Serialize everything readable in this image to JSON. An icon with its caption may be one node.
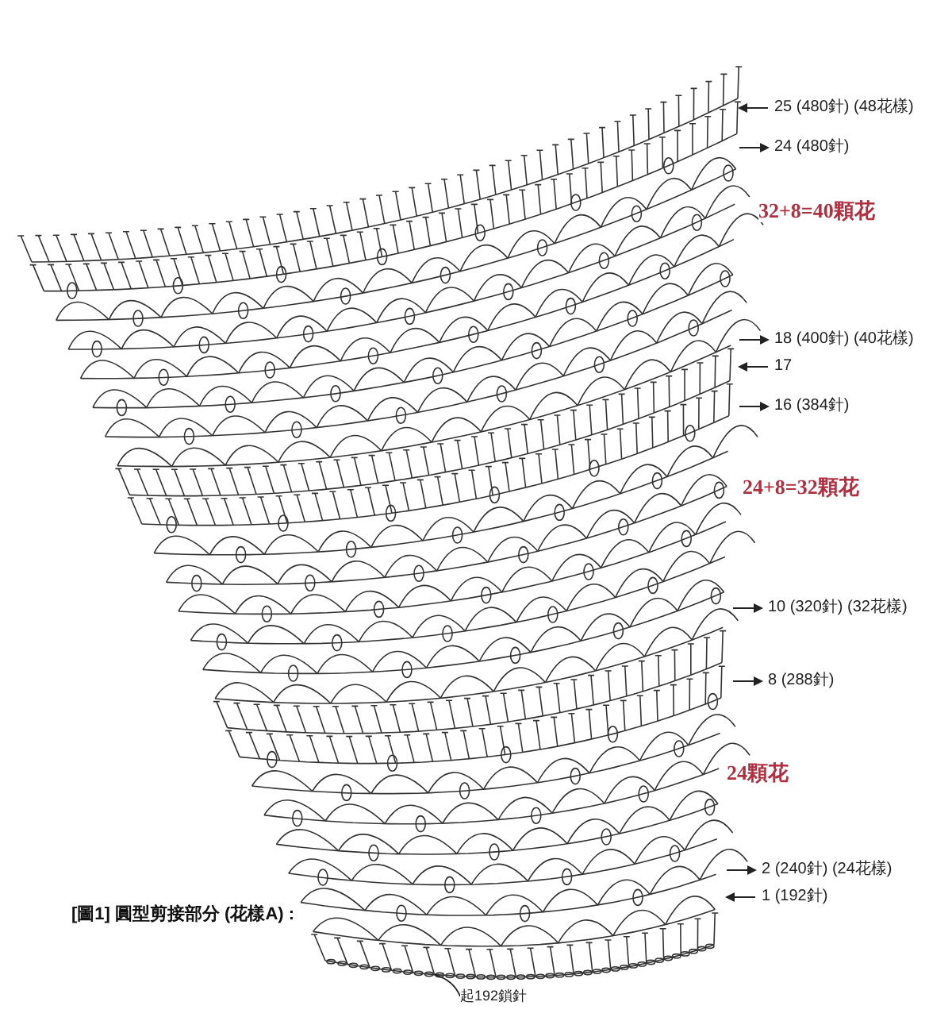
{
  "diagram": {
    "title": "[圖1] 圓型剪接部分 (花樣A) :",
    "nodes": [
      {
        "text": [
          "起192鎖針"
        ]
      },
      {
        "text": [],
        "shape": "bar"
      }
    ],
    "edges": [
      {
        "from": 0,
        "to": 1,
        "arrow": "none"
      }
    ],
    "labels": [
      "25 (480針) (48花樣)",
      "24 (480針)",
      "32+8=40顆花",
      "18 (400針) (40花樣)",
      "17",
      "16 (384針)",
      "24+8=32顆花",
      "10 (320針) (32花樣)",
      "8 (288針)",
      "24顆花",
      "2 (240針) (24花樣)",
      "1 (192針)"
    ]
  }
}
